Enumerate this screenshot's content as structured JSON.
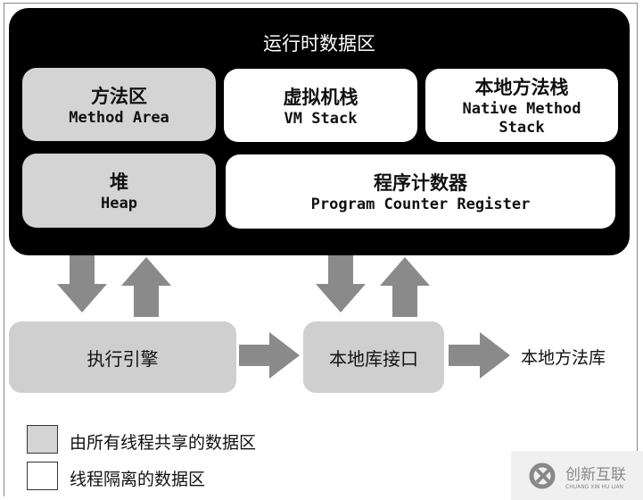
{
  "title": "运行时数据区",
  "areas": [
    {
      "zh": "方法区",
      "en": "Method Area",
      "shared": true
    },
    {
      "zh": "虚拟机栈",
      "en": "VM Stack",
      "shared": false
    },
    {
      "zh": "本地方法栈",
      "en": "Native Method Stack",
      "shared": false
    },
    {
      "zh": "堆",
      "en": "Heap",
      "shared": true
    },
    {
      "zh": "程序计数器",
      "en": "Program Counter Register",
      "shared": false
    }
  ],
  "engine": "执行引擎",
  "native_interface": "本地库接口",
  "native_library": "本地方法库",
  "legend": {
    "shared": "由所有线程共享的数据区",
    "isolated": "线程隔离的数据区"
  },
  "watermark": {
    "zh": "创新互联",
    "en": "CHUANG XIN HU LIAN"
  },
  "colors": {
    "shared": "#d4d4d4",
    "isolated": "#ffffff",
    "arrow": "#8a8a8a"
  }
}
